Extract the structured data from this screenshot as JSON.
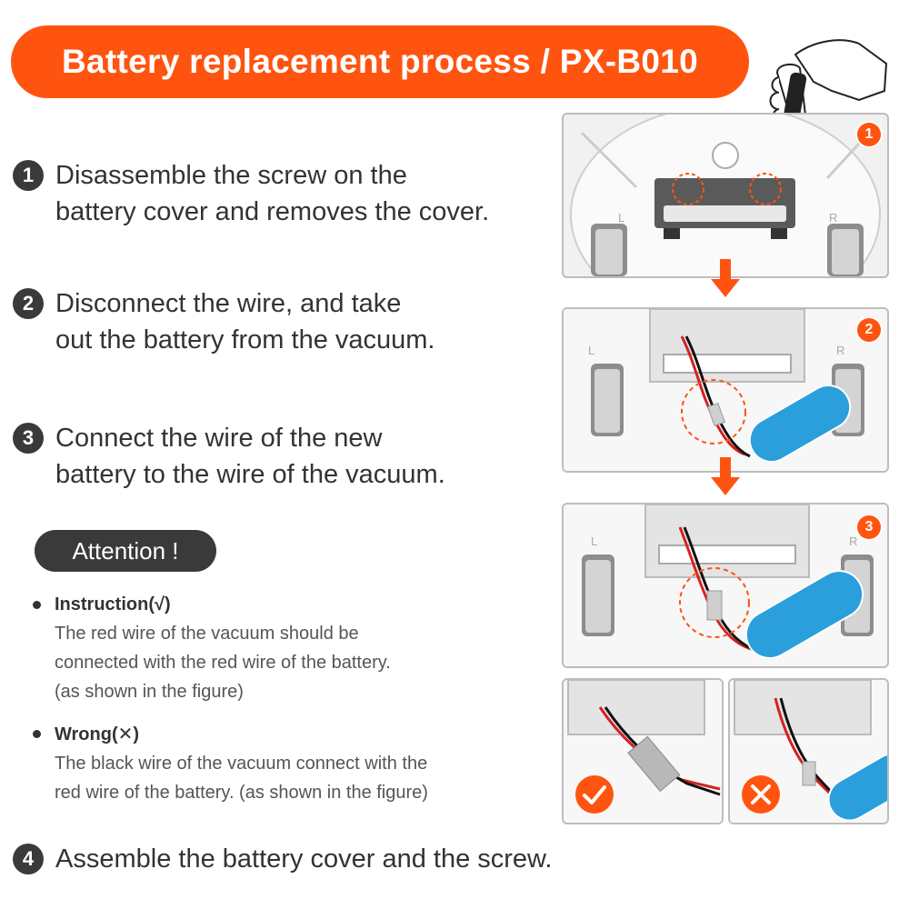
{
  "title": "Battery replacement process / PX-B010",
  "steps": [
    {
      "number": "1",
      "lines": [
        "Disassemble the screw on the",
        "battery cover and removes the cover."
      ]
    },
    {
      "number": "2",
      "lines": [
        "Disconnect the wire, and take",
        "out the battery from the vacuum."
      ]
    },
    {
      "number": "3",
      "lines": [
        "Connect the wire of the new",
        "battery to the wire of the vacuum."
      ]
    },
    {
      "number": "4",
      "lines": [
        "Assemble the battery cover and the screw."
      ]
    }
  ],
  "attention": "Attention !",
  "notes": [
    {
      "title": "Instruction(√)",
      "lines": [
        "The red wire of the vacuum should be",
        "connected with the red wire of the battery.",
        "(as shown in the figure)"
      ]
    },
    {
      "title": "Wrong(✕)",
      "lines": [
        "The black wire of the vacuum connect with the",
        "red wire of the battery. (as shown in the figure)"
      ]
    }
  ],
  "figures": {
    "badges": [
      "1",
      "2",
      "3"
    ],
    "wheel_labels": [
      "L",
      "R"
    ]
  },
  "colors": {
    "accent": "#ff5410",
    "dark": "#3a3a3a",
    "battery_blue": "#2a9fdc",
    "wire_red": "#d62020",
    "wire_black": "#111111"
  }
}
